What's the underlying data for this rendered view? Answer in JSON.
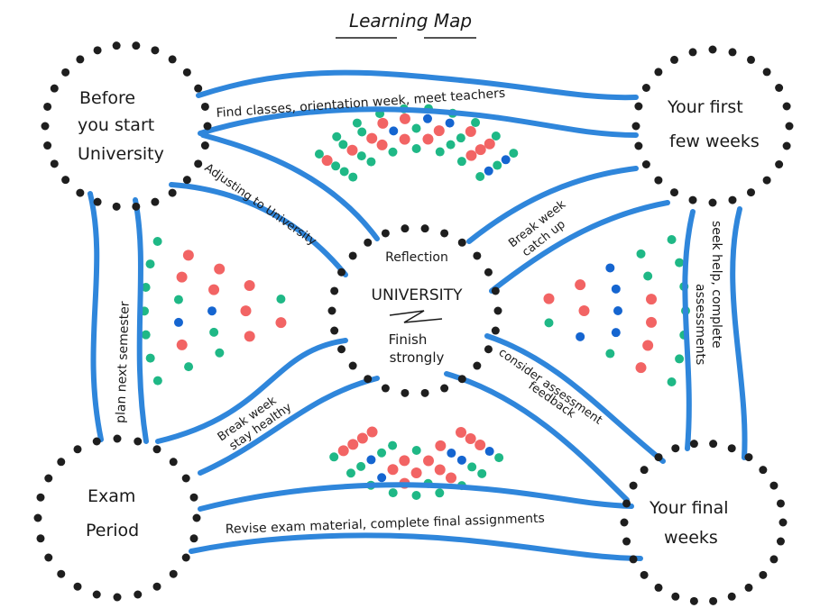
{
  "title": "Learning Map",
  "colors": {
    "path": "#2f86db",
    "node_dot": "#1e1e1e",
    "dot_green": "#1fb886",
    "dot_red": "#f26464",
    "dot_blue": "#1565d0",
    "text": "#1a1a1a"
  },
  "nodes": {
    "before": [
      "Before",
      "you start",
      "University"
    ],
    "first": [
      "Your first",
      "few weeks"
    ],
    "exam": [
      "Exam",
      "Period"
    ],
    "final": [
      "Your final",
      "weeks"
    ],
    "center": {
      "top": "Reflection",
      "main": "UNIVERSITY",
      "bottom_1": "Finish",
      "bottom_2": "strongly"
    }
  },
  "paths": {
    "top": "Find classes, orientation week, meet teachers",
    "bottom": "Revise exam material, complete final assignments",
    "left": "plan next semester",
    "right_1": "seek help, complete",
    "right_2": "assessments",
    "diag_tl": "Adjusting to University",
    "diag_tr_1": "Break week",
    "diag_tr_2": "catch up",
    "diag_bl_1": "Break week",
    "diag_bl_2": "stay healthy",
    "diag_br_1": "consider assessment",
    "diag_br_2": "feedback"
  }
}
